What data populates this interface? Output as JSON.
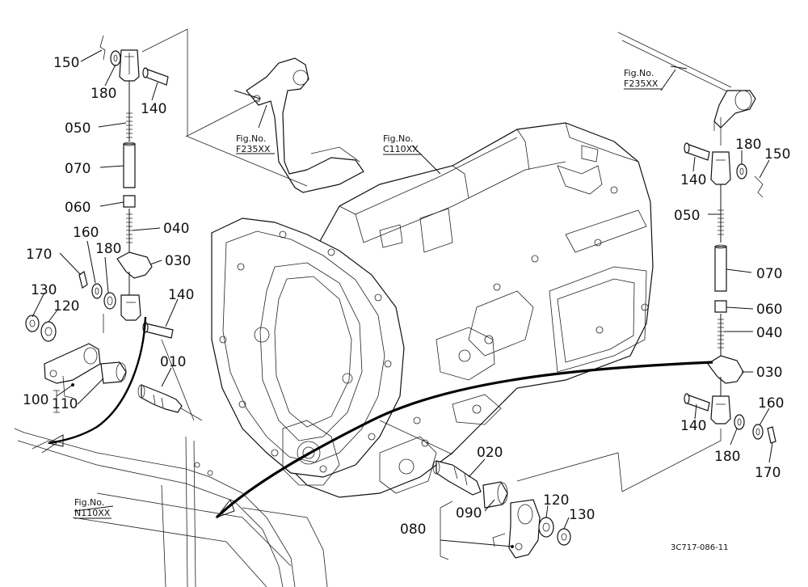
{
  "drawing_code": "3C717-086-11",
  "figure_refs": {
    "pedal": [
      "Fig.No.",
      "F235XX"
    ],
    "top_right": [
      "Fig.No.",
      "F235XX"
    ],
    "housing": [
      "Fig.No.",
      "C110XX"
    ],
    "frame": [
      "Fig.No.",
      "N110XX"
    ]
  },
  "left_linkage": {
    "p150": "150",
    "p180": "180",
    "p140_top": "140",
    "p050": "050",
    "p070": "070",
    "p060": "060",
    "p040": "040",
    "p030": "030",
    "p170": "170",
    "p160": "160",
    "p180_low": "180",
    "p130": "130",
    "p120": "120",
    "p140_low": "140",
    "p010": "010",
    "p100": "100",
    "p110": "110"
  },
  "right_linkage": {
    "p140_top": "140",
    "p180": "180",
    "p150": "150",
    "p050": "050",
    "p070": "070",
    "p060": "060",
    "p040": "040",
    "p030": "030",
    "p160": "160",
    "p140_low": "140",
    "p180_low": "180",
    "p170": "170"
  },
  "bottom_assembly": {
    "p020": "020",
    "p090": "090",
    "p080": "080",
    "p120": "120",
    "p130": "130"
  }
}
